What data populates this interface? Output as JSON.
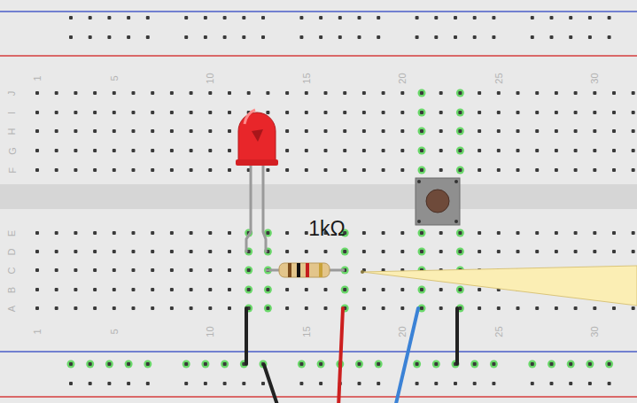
{
  "diagram": {
    "labels": [
      "1",
      "5",
      "10",
      "15",
      "20",
      "25",
      "30",
      "J",
      "I",
      "H",
      "G",
      "F",
      "E",
      "D",
      "C",
      "B",
      "A",
      "1kΩ",
      "1",
      "5",
      "10",
      "15",
      "20",
      "25",
      "30"
    ]
  }
}
